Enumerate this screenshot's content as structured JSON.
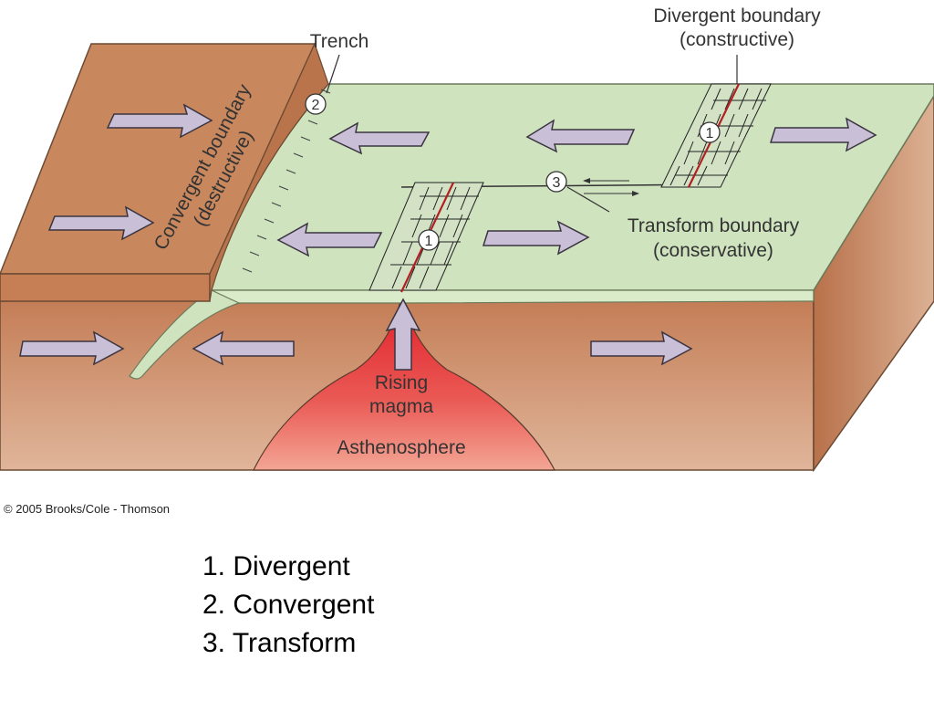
{
  "labels": {
    "trench": "Trench",
    "divergent_boundary": "Divergent boundary",
    "divergent_sub": "(constructive)",
    "convergent_boundary": "Convergent boundary",
    "convergent_sub": "(destructive)",
    "transform_boundary": "Transform boundary",
    "transform_sub": "(conservative)",
    "rising": "Rising",
    "magma": "magma",
    "asthenosphere": "Asthenosphere",
    "marker_1": "1",
    "marker_2": "2",
    "marker_3": "3"
  },
  "copyright": "© 2005 Brooks/Cole - Thomson",
  "legend": [
    "1. Divergent",
    "2. Convergent",
    "3. Transform"
  ],
  "colors": {
    "oceanic_plate": "#cfe3bf",
    "continental_plate": "#c9875e",
    "asthenosphere_brown": "#c98d66",
    "magma_red": "#e23b3b",
    "arrow_fill": "#c9bfd6"
  }
}
